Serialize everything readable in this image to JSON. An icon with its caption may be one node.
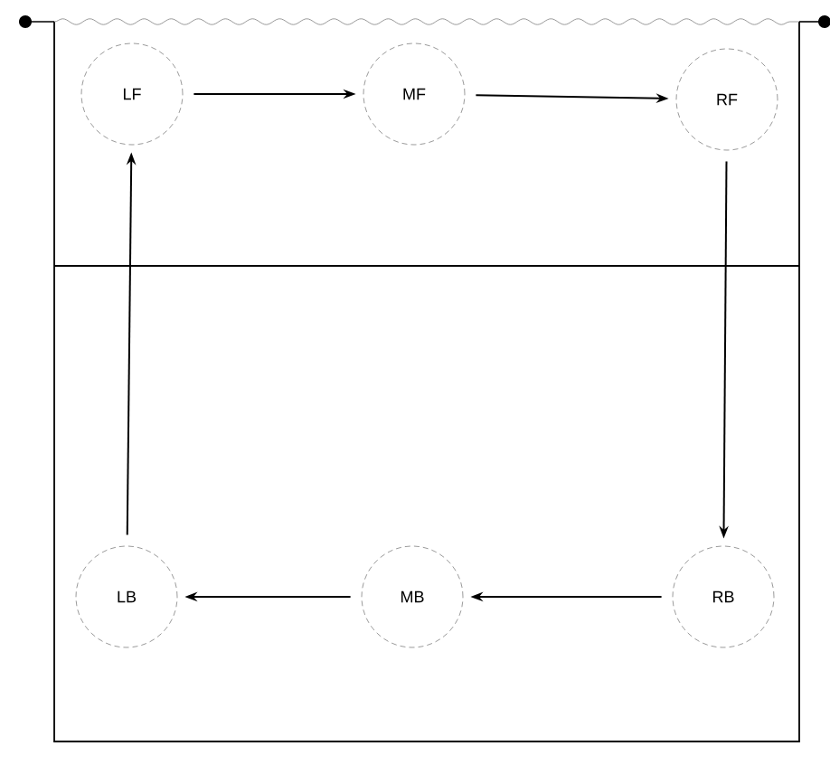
{
  "diagram": {
    "nodes": [
      {
        "text": [
          "LF"
        ]
      },
      {
        "text": [
          "MF"
        ]
      },
      {
        "text": [
          "RF"
        ]
      },
      {
        "text": [
          "LB"
        ]
      },
      {
        "text": [
          "MB"
        ]
      },
      {
        "text": [
          "RB"
        ]
      }
    ],
    "edges": [
      {
        "from": 0,
        "to": 1,
        "arrow": "to"
      },
      {
        "from": 1,
        "to": 2,
        "arrow": "to"
      },
      {
        "from": 2,
        "to": 5,
        "arrow": "to"
      },
      {
        "from": 5,
        "to": 4,
        "arrow": "to"
      },
      {
        "from": 4,
        "to": 3,
        "arrow": "to"
      },
      {
        "from": 3,
        "to": 0,
        "arrow": "to"
      }
    ]
  }
}
